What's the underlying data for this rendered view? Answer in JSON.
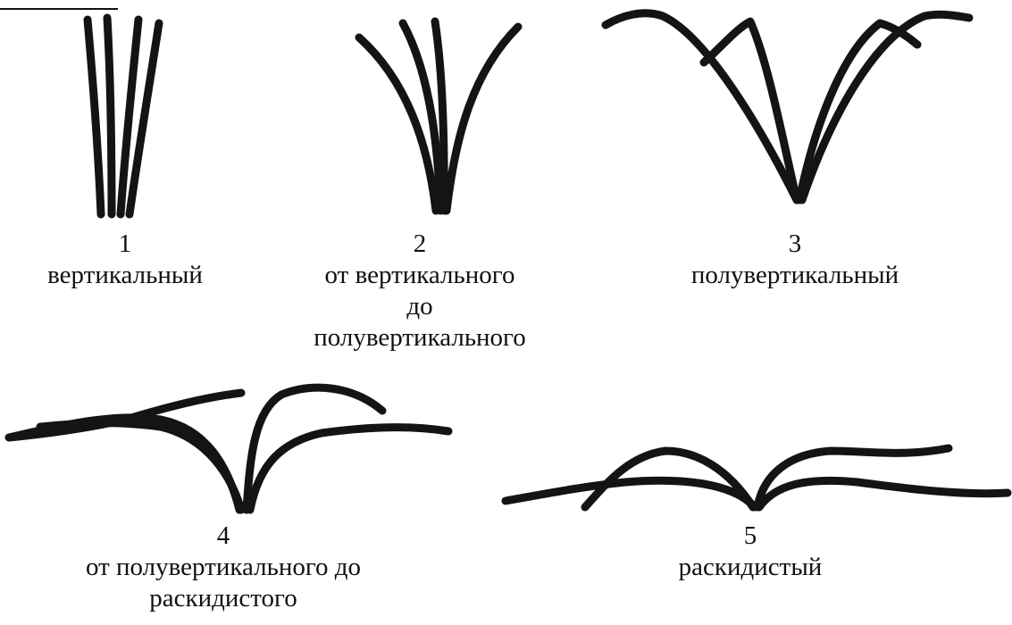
{
  "figure": {
    "types": [
      {
        "number": "1",
        "name": "вертикальный"
      },
      {
        "number": "2",
        "name": "от вертикального\nдо\nполувертикального"
      },
      {
        "number": "3",
        "name": "полувертикальный"
      },
      {
        "number": "4",
        "name": "от полувертикального до\nраскидистого"
      },
      {
        "number": "5",
        "name": "раскидистый"
      }
    ]
  },
  "colors": {
    "ink": "#141414",
    "background": "#ffffff"
  }
}
